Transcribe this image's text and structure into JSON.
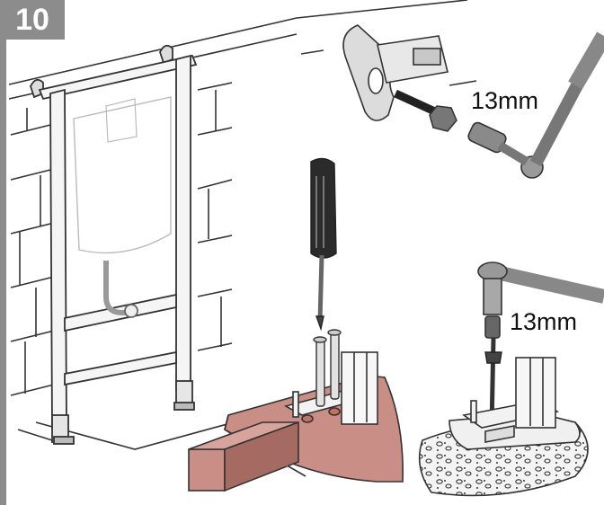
{
  "step": {
    "number": "10"
  },
  "annotations": {
    "wrench_size": "13mm",
    "ratchet_size": "13mm"
  },
  "colors": {
    "badge": "#8c8c8c",
    "wood": "#c98f86",
    "wood_dark": "#a56a62",
    "frame": "#f3f3f3",
    "tool_grey": "#9a9a9a",
    "handle": "#2b2b2b"
  },
  "icons": {
    "installation_frame": "wc-installation-frame",
    "screwdriver": "screwdriver-icon",
    "wrench": "socket-wrench-icon",
    "ratchet": "ratchet-icon"
  }
}
